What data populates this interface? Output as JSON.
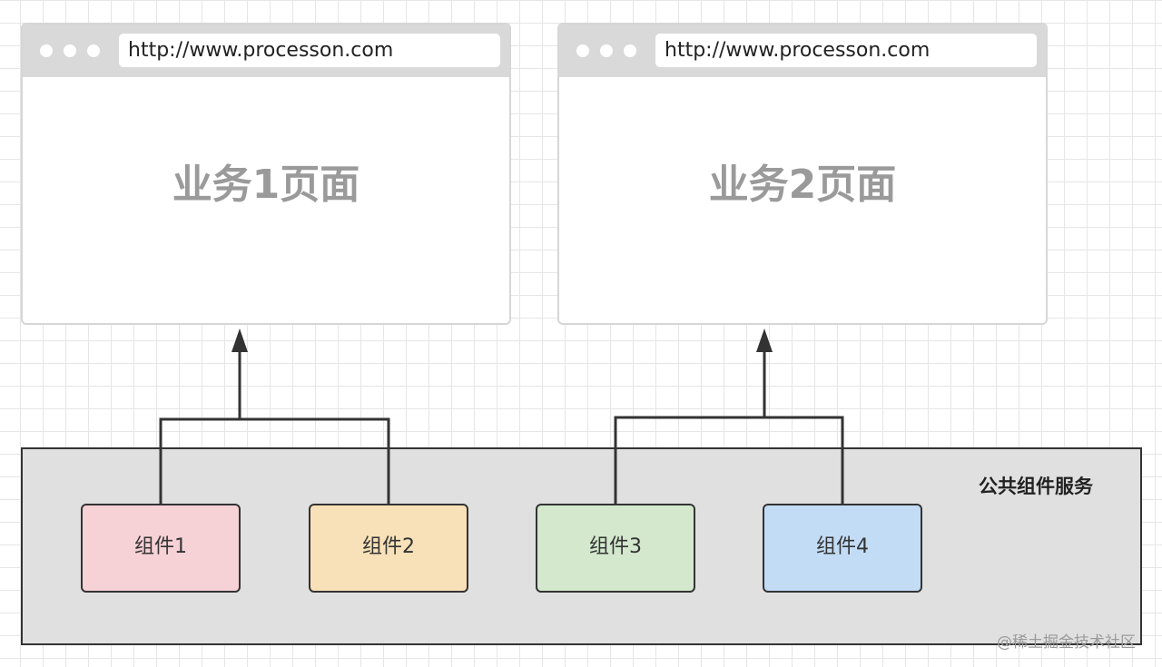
{
  "browsers": [
    {
      "url": "http://www.processon.com",
      "page_title": "业务1页面"
    },
    {
      "url": "http://www.processon.com",
      "page_title": "业务2页面"
    }
  ],
  "service": {
    "label": "公共组件服务"
  },
  "components": [
    {
      "label": "组件1",
      "fill": "#f6d1d6"
    },
    {
      "label": "组件2",
      "fill": "#f8e1b8"
    },
    {
      "label": "组件3",
      "fill": "#d3e8cd"
    },
    {
      "label": "组件4",
      "fill": "#c3dcf6"
    }
  ],
  "watermark": "@稀土掘金技术社区",
  "colors": {
    "line": "#333333",
    "page_title": "#9a9a9a",
    "titlebar": "#d9d9d9",
    "service_bg": "#e0e0e0"
  }
}
